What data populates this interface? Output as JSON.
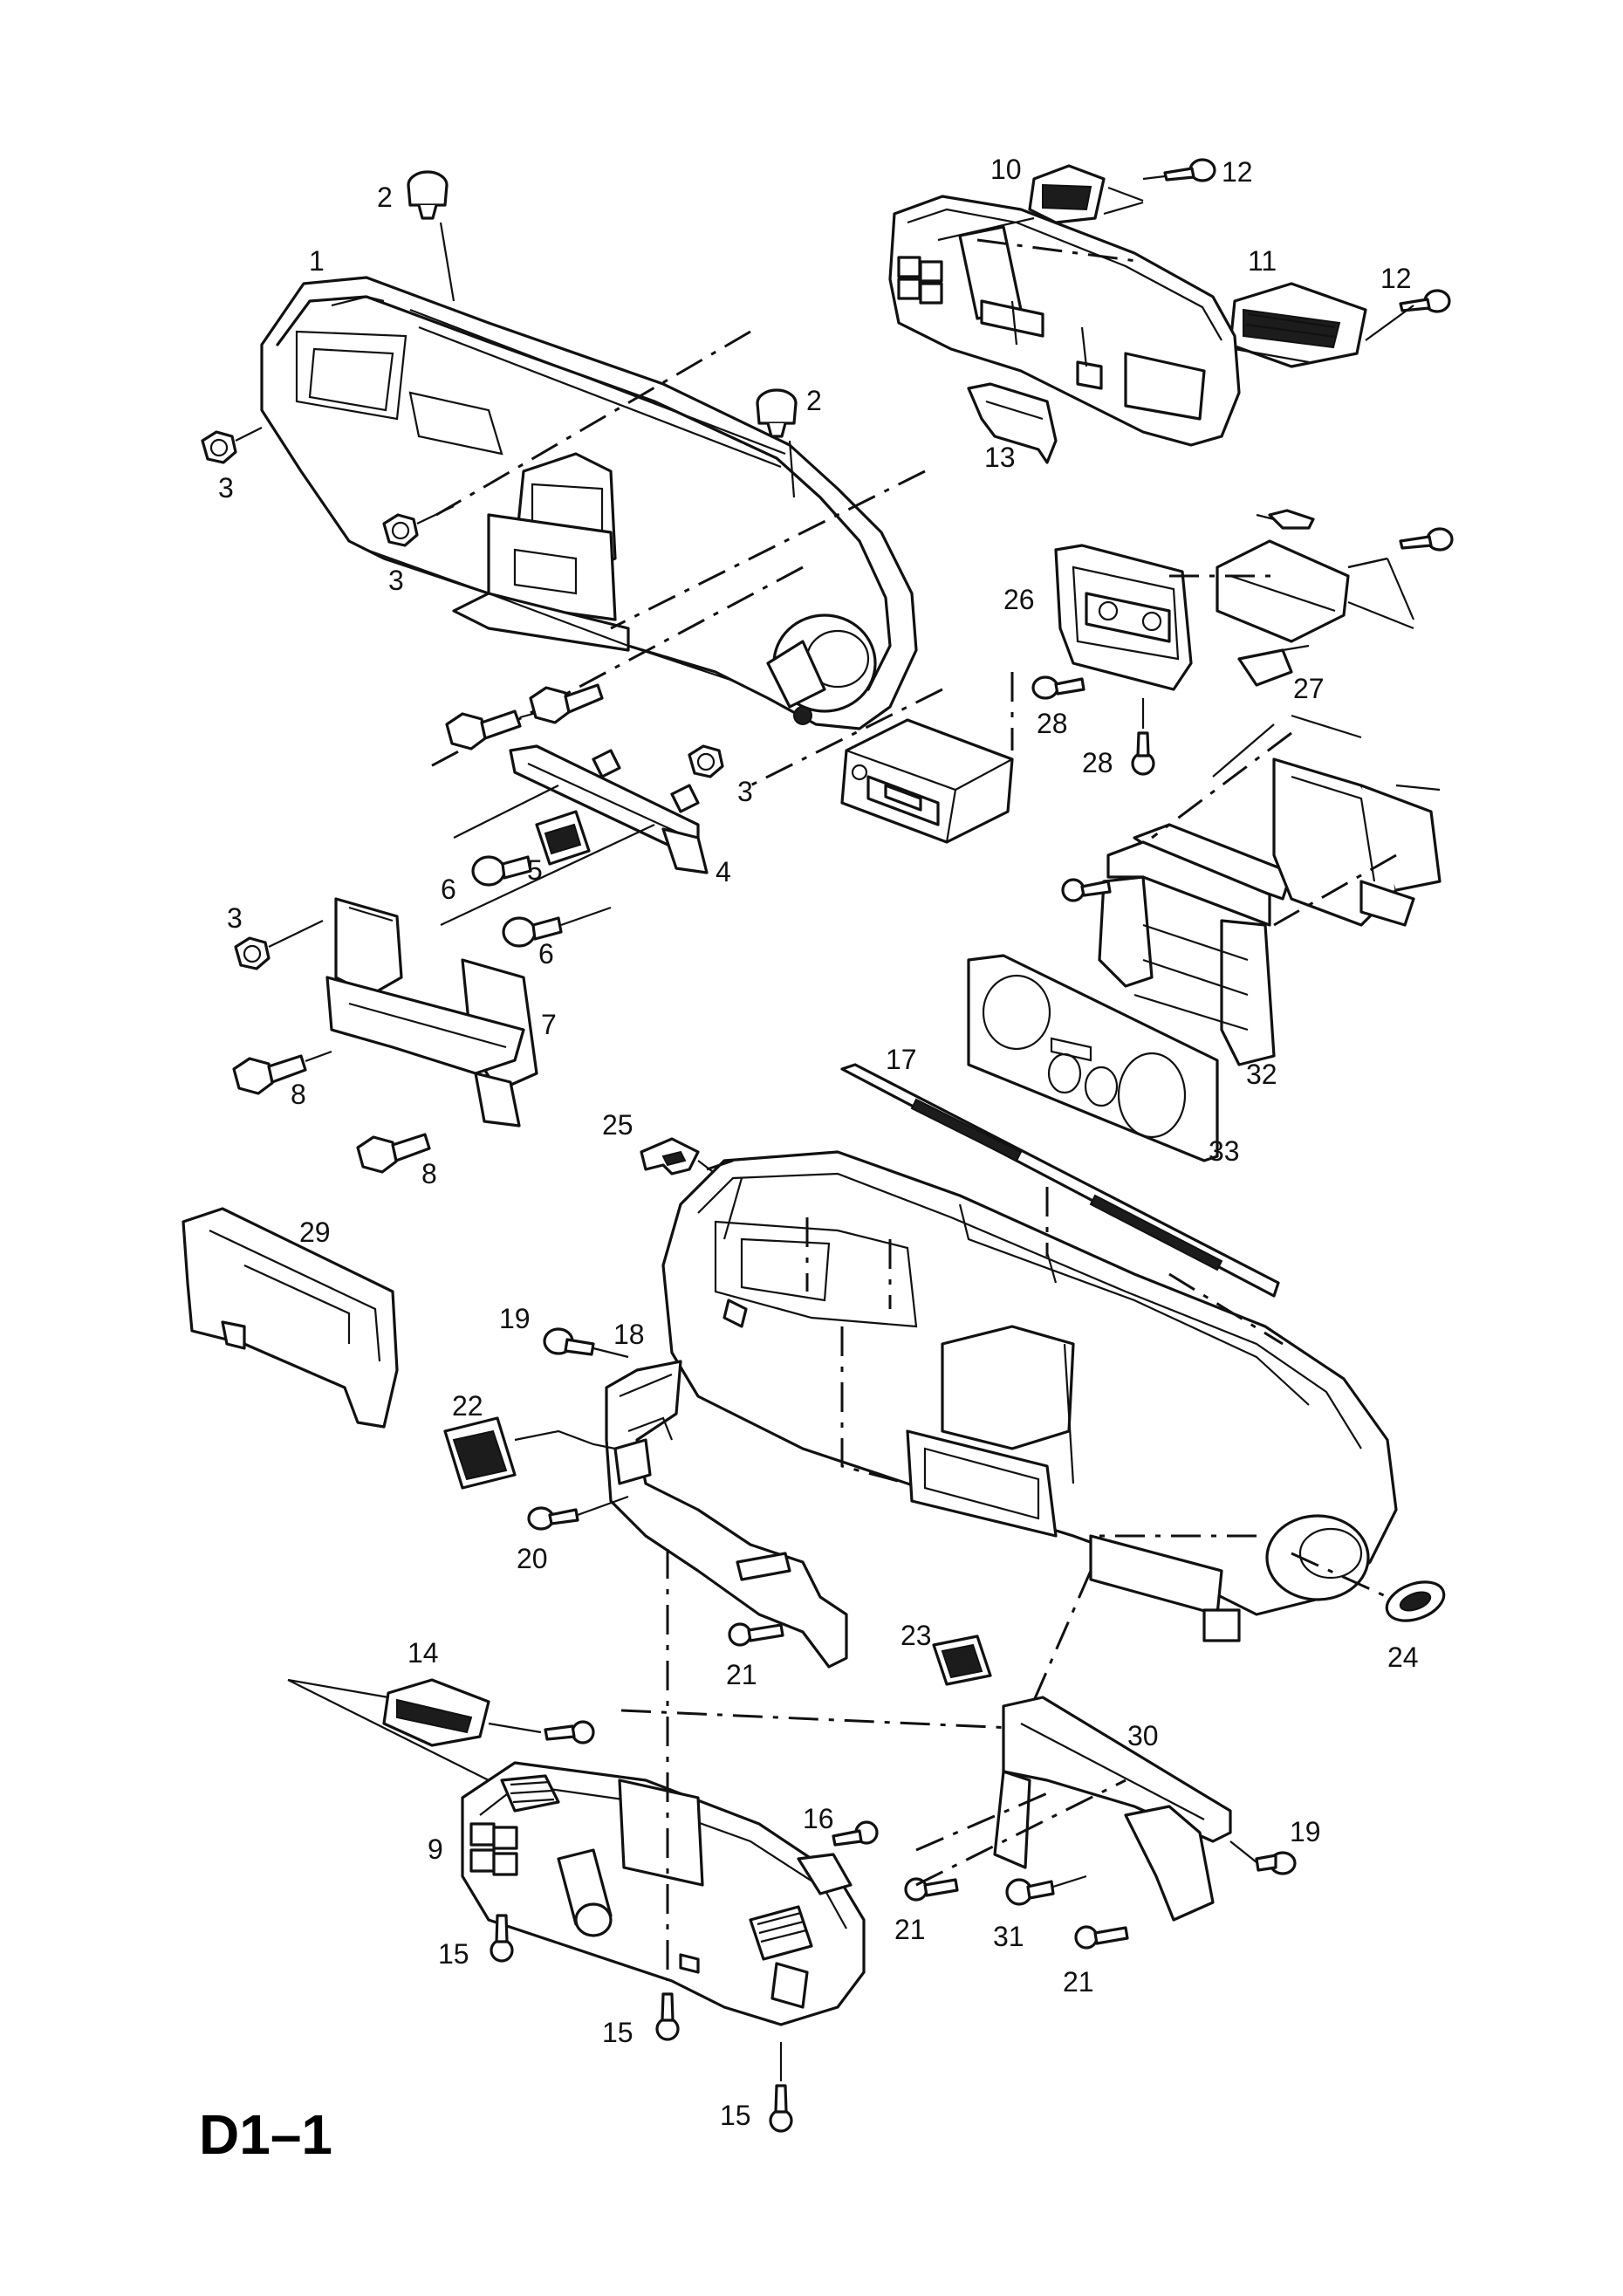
{
  "diagram": {
    "page_code": "D1–1",
    "callouts": {
      "c1": "1",
      "c2a": "2",
      "c2b": "2",
      "c3a": "3",
      "c3b": "3",
      "c3c": "3",
      "c3d": "3",
      "c4": "4",
      "c5": "5",
      "c6a": "6",
      "c6b": "6",
      "c7": "7",
      "c8a": "8",
      "c8b": "8",
      "c9": "9",
      "c10": "10",
      "c11": "11",
      "c12a": "12",
      "c12b": "12",
      "c13": "13",
      "c14": "14",
      "c15a": "15",
      "c15b": "15",
      "c15c": "15",
      "c16": "16",
      "c17": "17",
      "c18": "18",
      "c19a": "19",
      "c19b": "19",
      "c20": "20",
      "c21a": "21",
      "c21b": "21",
      "c21c": "21",
      "c22": "22",
      "c23": "23",
      "c24": "24",
      "c25": "25",
      "c26": "26",
      "c27": "27",
      "c28a": "28",
      "c28b": "28",
      "c29": "29",
      "c30": "30",
      "c31": "31",
      "c32": "32",
      "c33": "33"
    }
  }
}
